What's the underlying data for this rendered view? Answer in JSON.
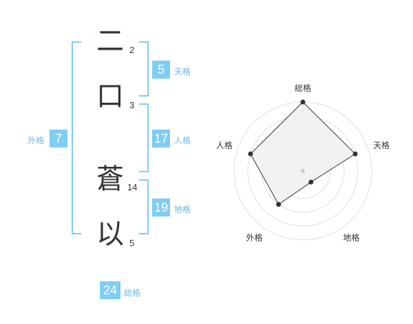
{
  "name": {
    "characters": [
      {
        "char": "二",
        "strokes": "2"
      },
      {
        "char": "口",
        "strokes": "3"
      },
      {
        "char": "蒼",
        "strokes": "14"
      },
      {
        "char": "以",
        "strokes": "5"
      }
    ]
  },
  "fortunes": {
    "tenkaku": {
      "value": "5",
      "label": "天格"
    },
    "jinkaku": {
      "value": "17",
      "label": "人格"
    },
    "chikaku": {
      "value": "19",
      "label": "地格"
    },
    "gaikaku": {
      "value": "7",
      "label": "外格"
    },
    "soukaku": {
      "value": "24",
      "label": "総格"
    }
  },
  "chart_data": {
    "type": "radar",
    "axes": [
      "総格",
      "天格",
      "地格",
      "外格",
      "人格"
    ],
    "values": [
      5,
      4,
      1,
      3,
      4
    ],
    "range": [
      0,
      5
    ],
    "rings": 4,
    "colors": {
      "fill": "#f0f0f0",
      "line": "#333333",
      "ring": "#dddddd"
    }
  },
  "colors": {
    "accent": "#7fcdf5",
    "accent_text": "#6bb7e6"
  }
}
